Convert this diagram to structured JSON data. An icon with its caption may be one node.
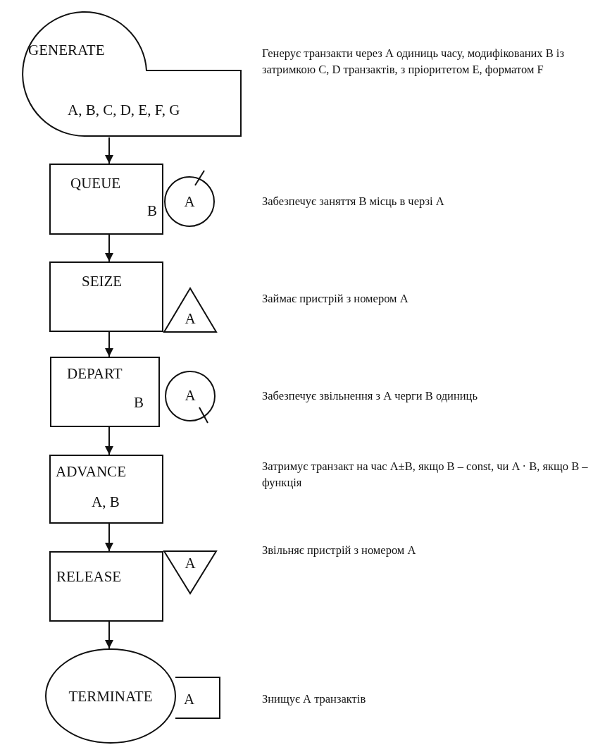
{
  "diagram": {
    "nodes": [
      {
        "text": [
          "GENERATE",
          "A, B, C, D, E, F, G"
        ]
      },
      {
        "text": [
          "QUEUE",
          "B"
        ]
      },
      {
        "text": [
          "A"
        ]
      },
      {
        "text": [
          "SEIZE"
        ]
      },
      {
        "text": [
          "A"
        ]
      },
      {
        "text": [
          "DEPART",
          "B"
        ]
      },
      {
        "text": [
          "A"
        ]
      },
      {
        "text": [
          "ADVANCE",
          "A, B"
        ]
      },
      {
        "text": [
          "RELEASE"
        ]
      },
      {
        "text": [
          "A"
        ]
      },
      {
        "text": [
          "TERMINATE"
        ]
      },
      {
        "text": [
          "A"
        ]
      }
    ],
    "edges": [
      {
        "from": 0,
        "to": 1,
        "arrow": "to"
      },
      {
        "from": 1,
        "to": 3,
        "arrow": "to"
      },
      {
        "from": 3,
        "to": 5,
        "arrow": "to"
      },
      {
        "from": 5,
        "to": 7,
        "arrow": "to"
      },
      {
        "from": 7,
        "to": 8,
        "arrow": "to"
      },
      {
        "from": 8,
        "to": 10,
        "arrow": "to"
      }
    ],
    "labels": [
      "Генерує транзакти через А одиниць часу, модифікованих В із затримкою C, D транзактів, з пріоритетом E, форматом F",
      "Забезпечує заняття В місць в черзі А",
      "Займає пристрій з номером А",
      "Забезпечує звільнення з А черги В одиниць",
      "Затримує транзакт на час A±B, якщо B – const, чи A · B, якщо B – функція",
      "Звільняє пристрій з номером А",
      "Знищує А транзактів"
    ]
  }
}
